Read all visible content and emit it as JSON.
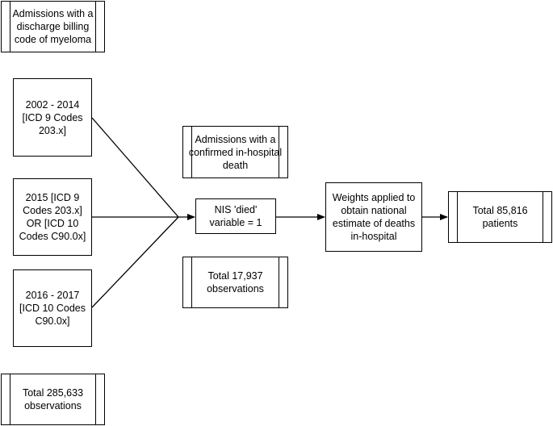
{
  "boxes": {
    "admissions_discharge": "Admissions with a discharge billing code of myeloma",
    "period_2002_2014": "2002 - 2014 [ICD 9 Codes 203.x]",
    "period_2015": "2015 [ICD 9 Codes 203.x] OR [ICD 10 Codes C90.0x]",
    "period_2016_2017": "2016 - 2017 [ICD 10 Codes C90.0x]",
    "total_285633": "Total 285,633 observations",
    "admissions_death": "Admissions with a confirmed in-hospital death",
    "nis_died": "NIS 'died' variable = 1",
    "total_17937": "Total 17,937 observations",
    "weights_applied": "Weights applied to obtain national estimate of deaths in-hospital",
    "total_85816": "Total 85,816 patients"
  }
}
